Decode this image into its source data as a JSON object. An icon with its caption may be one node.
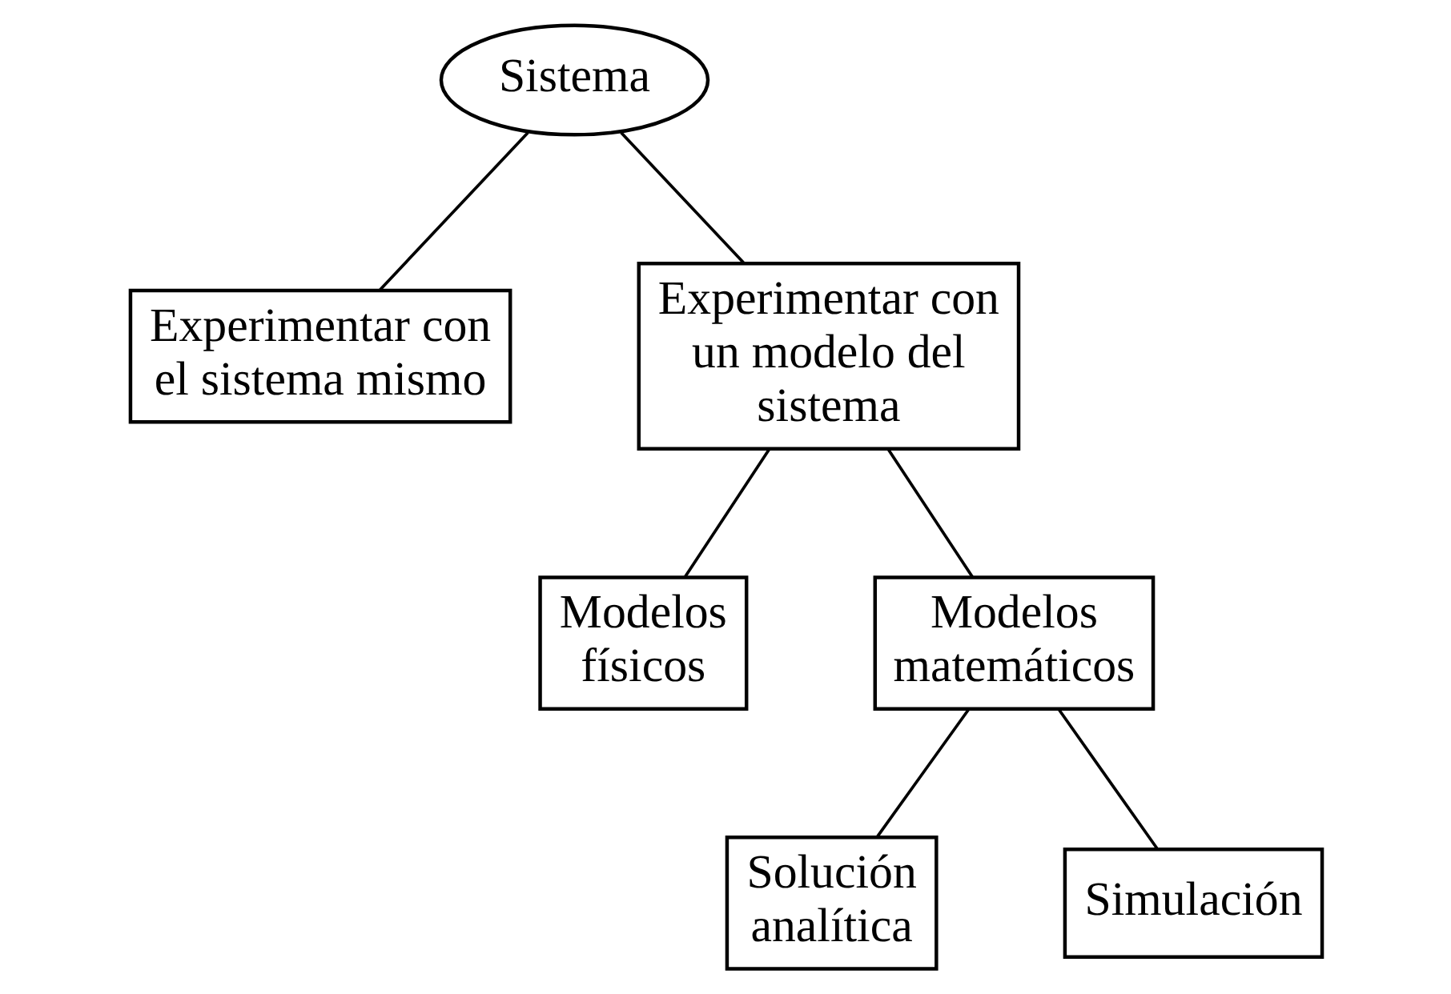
{
  "diagram": {
    "nodes": [
      {
        "text": [
          "Sistema"
        ]
      },
      {
        "text": [
          "Experimentar con el sistema mismo"
        ]
      },
      {
        "text": [
          "Experimentar con un modelo del sistema"
        ]
      },
      {
        "text": [
          "Modelos físicos"
        ]
      },
      {
        "text": [
          "Modelos matemáticos"
        ]
      },
      {
        "text": [
          "Solución analítica"
        ]
      },
      {
        "text": [
          "Simulación"
        ]
      }
    ],
    "edges": [
      {
        "from": 0,
        "to": 1,
        "arrow": "none"
      },
      {
        "from": 0,
        "to": 2,
        "arrow": "none"
      },
      {
        "from": 2,
        "to": 3,
        "arrow": "none"
      },
      {
        "from": 2,
        "to": 4,
        "arrow": "none"
      },
      {
        "from": 4,
        "to": 5,
        "arrow": "none"
      },
      {
        "from": 4,
        "to": 6,
        "arrow": "none"
      }
    ]
  }
}
